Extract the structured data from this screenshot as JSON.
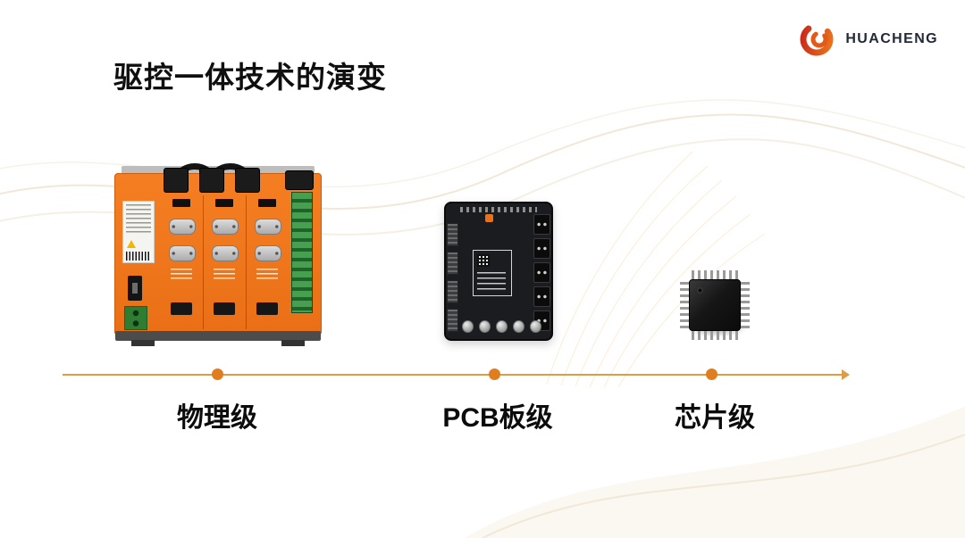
{
  "slide": {
    "title": "驱控一体技术的演变",
    "logo": {
      "brand": "HUACHENG",
      "icon": "huacheng-swirl-icon",
      "brand_red": "#C5231C",
      "brand_orange": "#EE7A1B"
    },
    "accent_color": "#E07E1F",
    "timeline": {
      "line_color": "#DE9C44",
      "stages": [
        {
          "label": "物理级",
          "image": "servo-drive-stack"
        },
        {
          "label": "PCB板级",
          "image": "pcb-board"
        },
        {
          "label": "芯片级",
          "image": "qfp-chip"
        }
      ]
    }
  }
}
